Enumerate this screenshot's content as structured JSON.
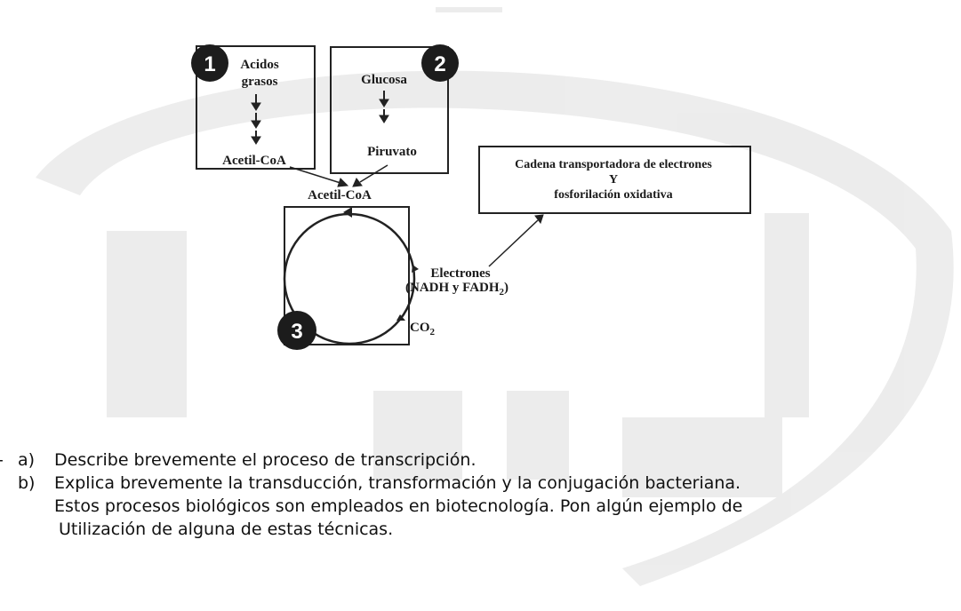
{
  "diagram": {
    "box1_lines": [
      "Acidos",
      "grasos"
    ],
    "box1_bottom": "Acetil-CoA",
    "box2_top": "Glucosa",
    "box2_bottom": "Piruvato",
    "center_label": "Acetil-CoA",
    "chain_lines": [
      "Cadena transportadora de electrones",
      "Y",
      "fosforilación oxidativa"
    ],
    "electrons_label": "Electrones",
    "electrons_detail": "(NADH y FADH",
    "electrons_sub": "2",
    "electrons_close": ")",
    "co2_label": "CO",
    "co2_sub": "2",
    "badges": [
      "1",
      "2",
      "3"
    ]
  },
  "questions": {
    "dash": "-",
    "a_marker": "a)",
    "a_text": "Describe brevemente el proceso de transcripción.",
    "b_marker": "b)",
    "b_line1": "Explica brevemente la transducción, transformación y la conjugación bacteriana.",
    "b_line2": "Estos procesos biológicos son empleados en biotecnología. Pon algún ejemplo de",
    "b_line3": "Utilización de alguna de estas técnicas."
  }
}
